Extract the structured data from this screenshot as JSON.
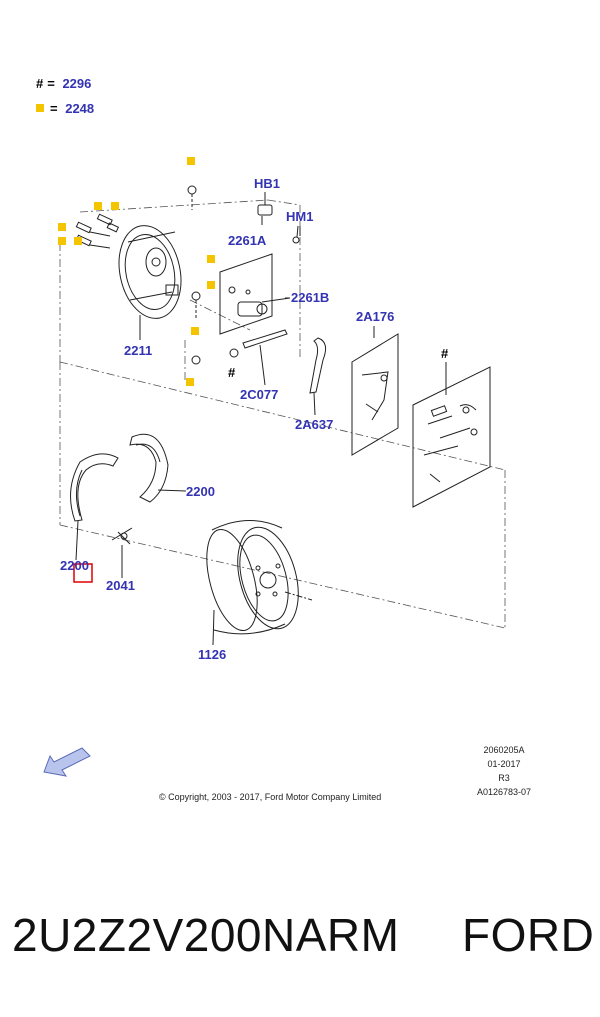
{
  "legend": {
    "hash_symbol": "#",
    "hash_ref": "2296",
    "square_ref": "2248",
    "square_color": "#f5c400",
    "equals": "="
  },
  "callouts": {
    "hb1": "HB1",
    "hm1": "HM1",
    "c2261a": "2261A",
    "c2261b": "2261B",
    "c2211": "2211",
    "c2c077": "2C077",
    "c2a637": "2A637",
    "c2a176": "2A176",
    "hash_kit": "#",
    "hash_small": "#",
    "c2200_right": "2200",
    "c2200_left": "2200",
    "c2041": "2041",
    "c1126": "1126"
  },
  "meta": {
    "illustration_id": "2060205A",
    "date": "01-2017",
    "revision": "R3",
    "ref_number": "A0126783-07"
  },
  "copyright": "© Copyright, 2003 - 2017, Ford Motor Company Limited",
  "footer": {
    "part_number": "2U2Z2V200NARM",
    "brand": "FORD"
  },
  "colors": {
    "callout_text": "#3333b3",
    "marker_square": "#f5c400",
    "highlight_box": "#e00000"
  }
}
